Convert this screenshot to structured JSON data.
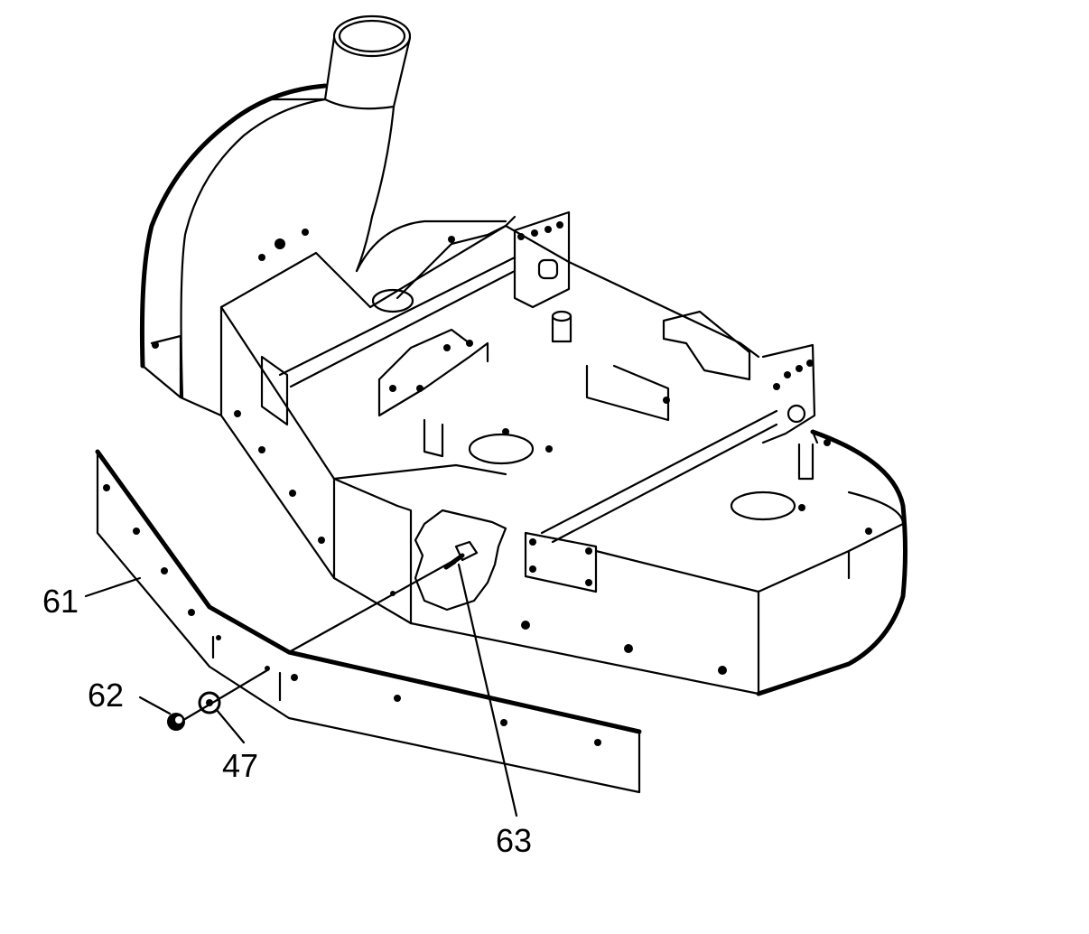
{
  "diagram": {
    "callouts": [
      {
        "id": "61",
        "label": "61"
      },
      {
        "id": "62",
        "label": "62"
      },
      {
        "id": "47",
        "label": "47"
      },
      {
        "id": "63",
        "label": "63"
      }
    ],
    "colors": {
      "ink": "#000000",
      "paper": "#ffffff"
    }
  }
}
